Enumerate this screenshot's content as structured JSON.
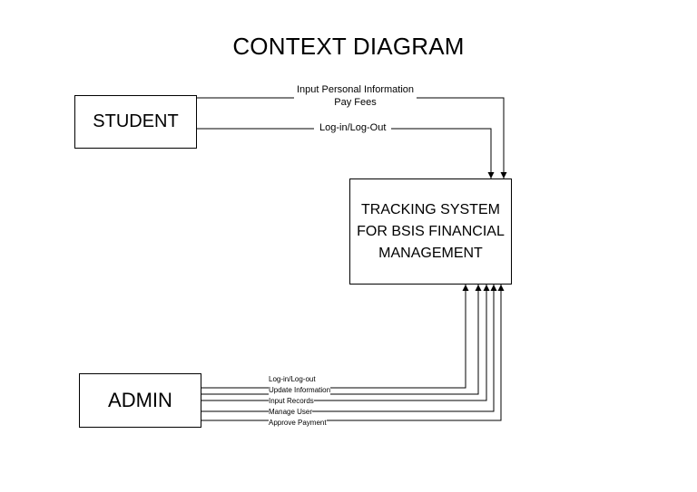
{
  "diagram": {
    "title": "CONTEXT DIAGRAM",
    "entities": {
      "student": "STUDENT",
      "admin": "ADMIN"
    },
    "process": {
      "lines": [
        "TRACKING SYSTEM",
        "FOR BSIS FINANCIAL",
        "MANAGEMENT"
      ]
    },
    "student_flows": [
      "Input Personal Information",
      "Pay Fees",
      "Log-in/Log-Out"
    ],
    "admin_flows": [
      "Log-in/Log-out",
      "Update Information",
      "Input Records",
      "Manage User",
      "Approve Payment"
    ]
  }
}
